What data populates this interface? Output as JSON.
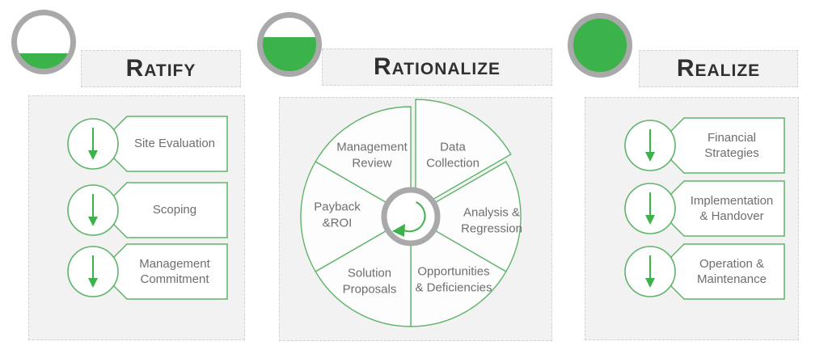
{
  "colors": {
    "green": "#3cb24a",
    "green_stroke": "#5fb46a",
    "ring_gray": "#a9a9a9",
    "panel_bg": "#f2f2f2",
    "panel_border": "#d2d2d2",
    "title_text": "#303030",
    "label_text": "#6e6e6e"
  },
  "columns": [
    {
      "title": "Ratify",
      "progress_percent": 29,
      "items": [
        {
          "label": "Site Evaluation"
        },
        {
          "label": "Scoping"
        },
        {
          "label": "Management\nCommitment"
        }
      ]
    },
    {
      "title": "Rationalize",
      "progress_percent": 64,
      "pie": {
        "slices": [
          {
            "label": "Data\nCollection",
            "exploded": true
          },
          {
            "label": "Analysis &\nRegression",
            "exploded": false
          },
          {
            "label": "Opportunities\n& Deficiencies",
            "exploded": false
          },
          {
            "label": "Solution\nProposals",
            "exploded": false
          },
          {
            "label": "Payback\n&ROI",
            "exploded": false
          },
          {
            "label": "Management\nReview",
            "exploded": false
          }
        ]
      }
    },
    {
      "title": "Realize",
      "progress_percent": 100,
      "items": [
        {
          "label": "Financial\nStrategies"
        },
        {
          "label": "Implementation\n& Handover"
        },
        {
          "label": "Operation &\nMaintenance"
        }
      ]
    }
  ]
}
